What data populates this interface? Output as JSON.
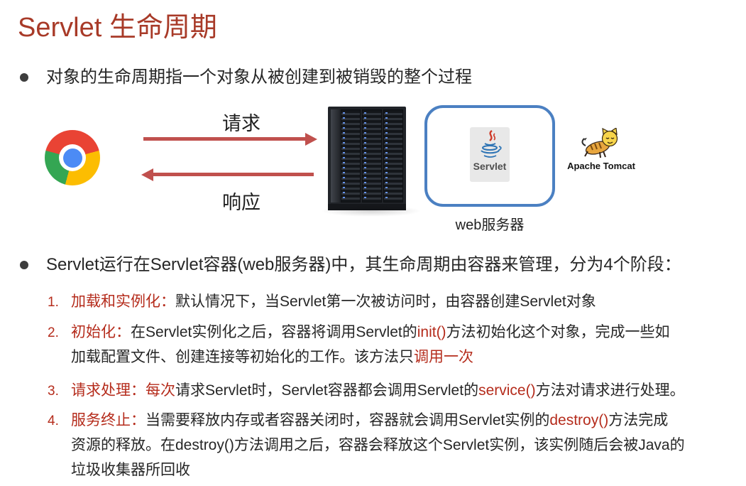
{
  "slide": {
    "title": "Servlet 生命周期",
    "bullets": [
      "对象的生命周期指一个对象从被创建到被销毁的整个过程",
      "Servlet运行在Servlet容器(web服务器)中，其生命周期由容器来管理，分为4个阶段："
    ]
  },
  "diagram": {
    "request_label": "请求",
    "response_label": "响应",
    "servlet_logo_text": "Servlet",
    "web_server_label": "web服务器",
    "tomcat_label": "Apache Tomcat"
  },
  "stages": [
    {
      "num": "1.",
      "segments": [
        {
          "t": "加载和实例化：",
          "c": "red"
        },
        {
          "t": "默认情况下，当Servlet第一次被访问时，由容器创建Servlet对象",
          "c": "dark"
        }
      ]
    },
    {
      "num": "2.",
      "segments": [
        {
          "t": "初始化：",
          "c": "red"
        },
        {
          "t": "在Servlet实例化之后，容器将调用Servlet的",
          "c": "dark"
        },
        {
          "t": "init()",
          "c": "red"
        },
        {
          "t": "方法初始化这个对象，完成一些如",
          "c": "dark"
        },
        {
          "br": true
        },
        {
          "t": "加载配置文件、创建连接等初始化的工作。该方法只",
          "c": "dark"
        },
        {
          "t": "调用一次",
          "c": "red"
        }
      ]
    },
    {
      "num": "3.",
      "segments": [
        {
          "t": "请求处理：",
          "c": "red"
        },
        {
          "t": "每次",
          "c": "red"
        },
        {
          "t": "请求Servlet时，Servlet容器都会调用Servlet的",
          "c": "dark"
        },
        {
          "t": "service()",
          "c": "red"
        },
        {
          "t": "方法对请求进行处理。",
          "c": "dark"
        }
      ]
    },
    {
      "num": "4.",
      "segments": [
        {
          "t": "服务终止：",
          "c": "red"
        },
        {
          "t": "当需要释放内存或者容器关闭时，容器就会调用Servlet实例的",
          "c": "dark"
        },
        {
          "t": "destroy()",
          "c": "red"
        },
        {
          "t": "方法完成",
          "c": "dark"
        },
        {
          "br": true
        },
        {
          "t": "资源的释放。在destroy()方法调用之后，容器会释放这个Servlet实例，该实例随后会被Java的",
          "c": "dark"
        },
        {
          "br": true
        },
        {
          "t": "垃圾收集器所回收",
          "c": "dark"
        }
      ]
    }
  ],
  "colors": {
    "title_red": "#a83a28",
    "accent_red": "#b52c1c",
    "arrow_red": "#c0504d",
    "box_blue": "#4b80c2",
    "text_dark": "#262626",
    "chrome_red": "#e94334",
    "chrome_yellow": "#fcbd01",
    "chrome_green": "#34a653",
    "chrome_blue": "#4c8bf5",
    "tomcat_orange": "#e8a63e",
    "tomcat_yellow": "#f7d44a"
  }
}
